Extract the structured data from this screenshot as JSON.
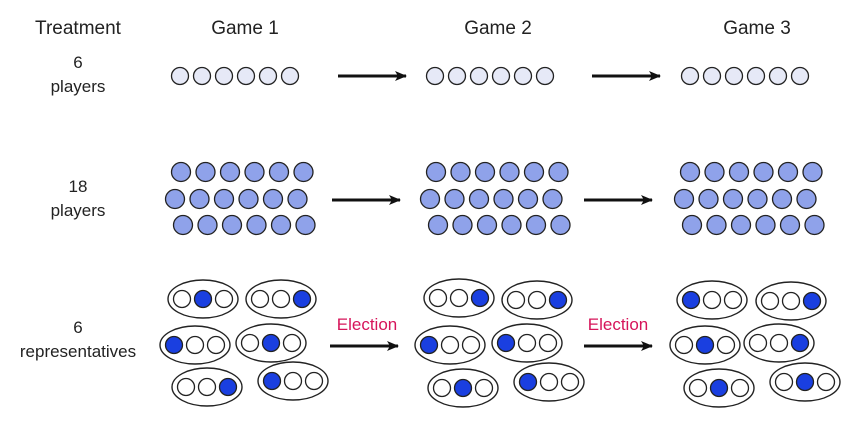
{
  "headers": {
    "treatment": "Treatment",
    "games": [
      "Game 1",
      "Game 2",
      "Game 3"
    ]
  },
  "rows": [
    {
      "label_lines": [
        "6",
        "players"
      ],
      "players": 6,
      "group_lines": 1
    },
    {
      "label_lines": [
        "18",
        "players"
      ],
      "players": 18,
      "group_lines": 3
    },
    {
      "label_lines": [
        "6",
        "representatives"
      ],
      "groups": 6,
      "members_per_group": 3
    }
  ],
  "transition_label": "Election",
  "representative_positions": [
    [
      1,
      2,
      0,
      1,
      2,
      0
    ],
    [
      2,
      2,
      0,
      0,
      1,
      0
    ],
    [
      0,
      2,
      1,
      2,
      1,
      1
    ]
  ],
  "colors": {
    "light_player": "#e6e9f7",
    "medium_player": "#8fa2ea",
    "representative": "#1a3fe0",
    "member": "#ffffff",
    "election_text": "#d6145a",
    "stroke": "#222222"
  }
}
